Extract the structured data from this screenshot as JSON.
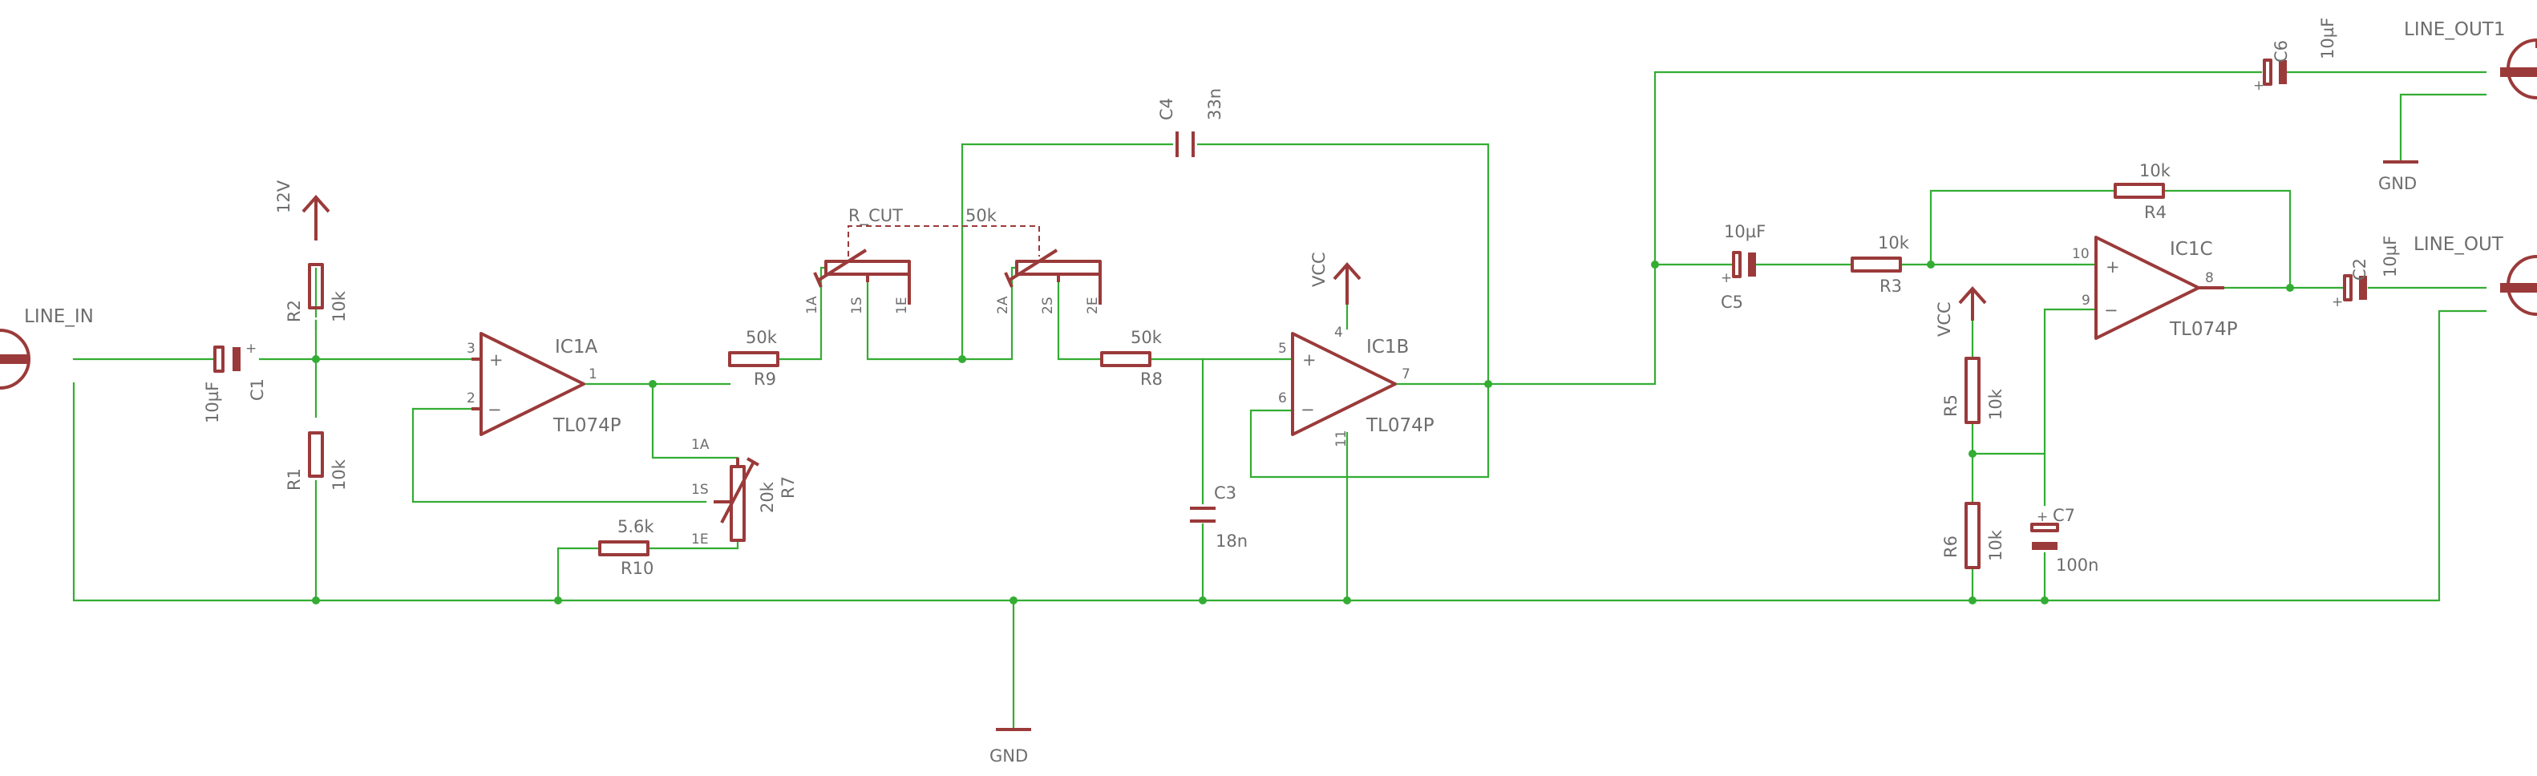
{
  "colors": {
    "wire": "#33ad33",
    "part": "#9b3a3a",
    "text": "#6d6d6d",
    "background": "#ffffff"
  },
  "ports": {
    "line_in": "LINE_IN",
    "line_out1": "LINE_OUT1",
    "line_out": "LINE_OUT"
  },
  "supplies": {
    "v12": "12V",
    "vcc_ic1b": "VCC",
    "vcc_r5": "VCC",
    "gnd_main": "GND",
    "gnd_out1": "GND"
  },
  "resistors": {
    "r1": {
      "name": "R1",
      "value": "10k"
    },
    "r2": {
      "name": "R2",
      "value": "10k"
    },
    "r3": {
      "name": "R3",
      "value": "10k"
    },
    "r4": {
      "name": "R4",
      "value": "10k"
    },
    "r5": {
      "name": "R5",
      "value": "10k"
    },
    "r6": {
      "name": "R6",
      "value": "10k"
    },
    "r8": {
      "name": "R8",
      "value": "50k"
    },
    "r9": {
      "name": "R9",
      "value": "50k"
    },
    "r10": {
      "name": "R10",
      "value": "5.6k"
    }
  },
  "pots": {
    "r7": {
      "name": "R7",
      "value": "20k",
      "pin_a": "1A",
      "pin_s": "1S",
      "pin_e": "1E"
    },
    "r_cut": {
      "name": "R_CUT",
      "value": "50k",
      "pin_1a": "1A",
      "pin_1s": "1S",
      "pin_1e": "1E",
      "pin_2a": "2A",
      "pin_2s": "2S",
      "pin_2e": "2E"
    }
  },
  "capacitors": {
    "c1": {
      "name": "C1",
      "value": "10µF"
    },
    "c2": {
      "name": "C2",
      "value": "10µF"
    },
    "c3": {
      "name": "C3",
      "value": "18n"
    },
    "c4": {
      "name": "C4",
      "value": "33n"
    },
    "c5": {
      "name": "C5",
      "value": "10µF"
    },
    "c6": {
      "name": "C6",
      "value": "10µF"
    },
    "c7": {
      "name": "C7",
      "value": "100n"
    }
  },
  "opamps": {
    "ic1a": {
      "name": "IC1A",
      "value": "TL074P",
      "pin_plus": "3",
      "pin_minus": "2",
      "pin_out": "1"
    },
    "ic1b": {
      "name": "IC1B",
      "value": "TL074P",
      "pin_plus": "5",
      "pin_minus": "6",
      "pin_out": "7",
      "pin_vcc": "4",
      "pin_gnd": "11"
    },
    "ic1c": {
      "name": "IC1C",
      "value": "TL074P",
      "pin_plus": "10",
      "pin_minus": "9",
      "pin_out": "8"
    }
  },
  "symbols": {
    "plus": "+",
    "minus": "−"
  }
}
